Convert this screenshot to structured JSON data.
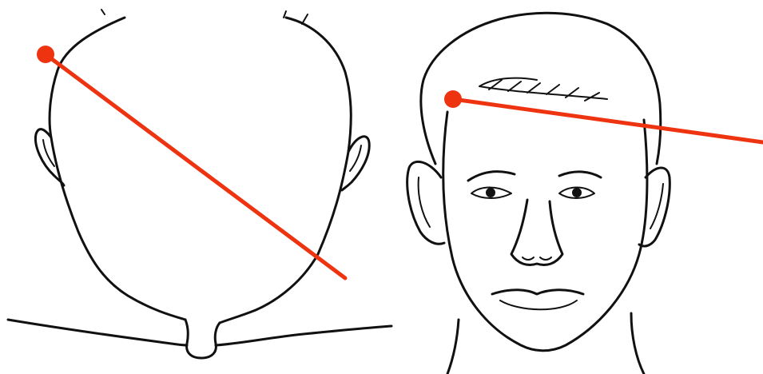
{
  "figure": {
    "background_color": "#ffffff",
    "line_art_color": "#111111",
    "marker_color": "#ee3311",
    "panels": [
      {
        "view": "back-of-head",
        "marker": "red-dot-with-line"
      },
      {
        "view": "front-face",
        "marker": "red-dot-with-line"
      }
    ]
  }
}
